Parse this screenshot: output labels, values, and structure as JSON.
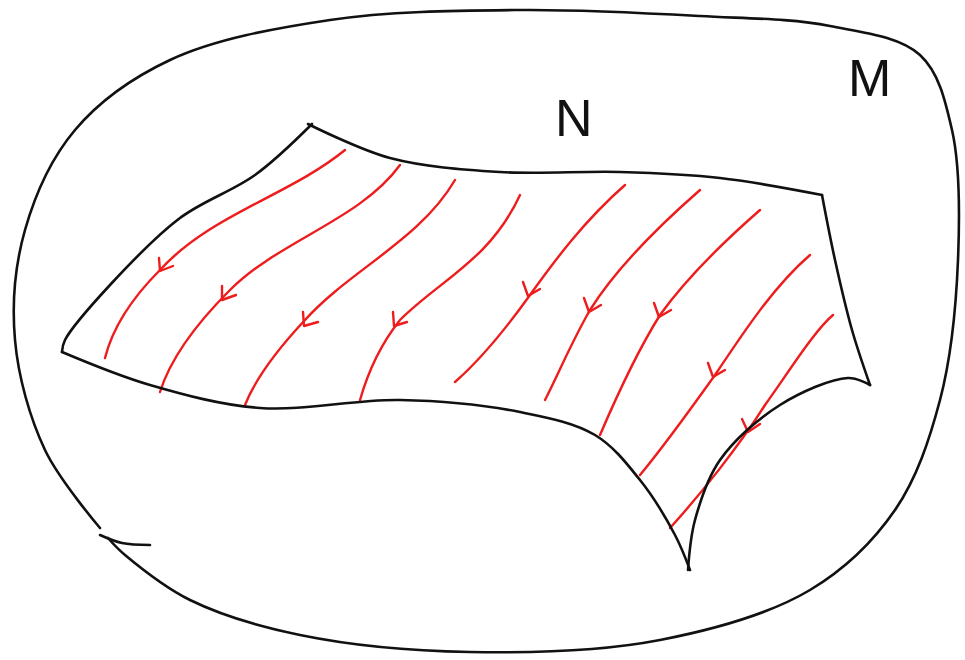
{
  "diagram": {
    "nodes": [
      {
        "text": [
          "M"
        ]
      },
      {
        "text": [
          "N"
        ],
        "in": 0
      }
    ]
  }
}
